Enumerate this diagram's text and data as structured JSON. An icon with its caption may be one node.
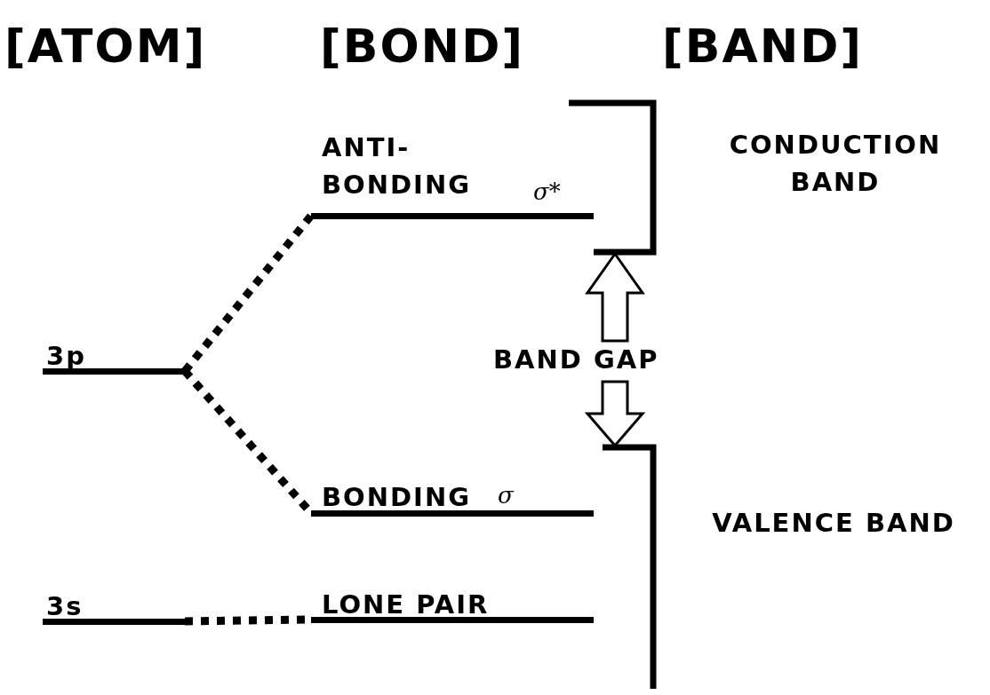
{
  "diagram": {
    "nodes": [
      {
        "text": [
          "3p"
        ]
      },
      {
        "text": [
          "3s"
        ]
      },
      {
        "text": [
          "ANTI- BONDING",
          "σ*"
        ]
      },
      {
        "text": [
          "BONDING",
          "σ"
        ]
      },
      {
        "text": [
          "LONE PAIR"
        ]
      },
      {
        "text": [
          "CONDUCTION BAND"
        ]
      },
      {
        "text": [
          "VALENCE BAND"
        ]
      },
      {
        "text": [
          "BAND GAP"
        ]
      }
    ],
    "edges": [
      {
        "from": 0,
        "to": 2,
        "arrow": "none",
        "style": "dashed"
      },
      {
        "from": 0,
        "to": 3,
        "arrow": "none",
        "style": "dashed"
      },
      {
        "from": 1,
        "to": 4,
        "arrow": "none",
        "style": "dashed"
      },
      {
        "from": 7,
        "to": 5,
        "arrow": "to"
      },
      {
        "from": 7,
        "to": 6,
        "arrow": "to"
      }
    ],
    "labels": [
      "[ATOM]",
      "[BOND]",
      "[BAND]"
    ]
  }
}
